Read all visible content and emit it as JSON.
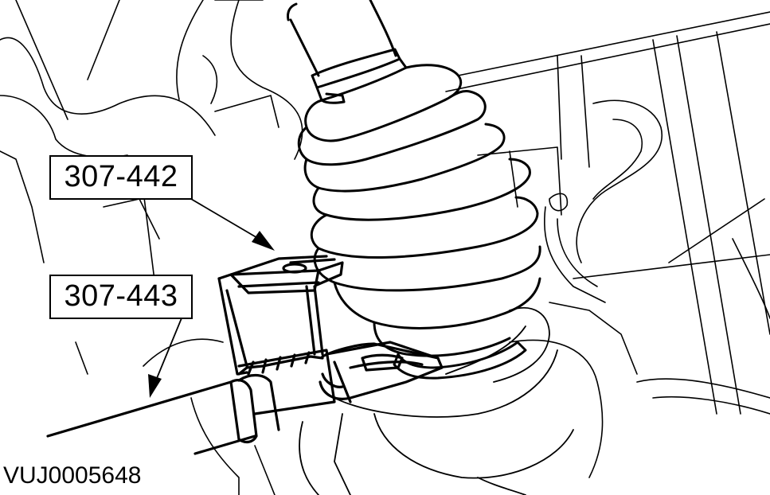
{
  "callouts": {
    "tool_1": "307-442",
    "tool_2": "307-443"
  },
  "figure": {
    "id": "VUJ0005648"
  },
  "colors": {
    "line": "#000000",
    "background": "#ffffff"
  }
}
